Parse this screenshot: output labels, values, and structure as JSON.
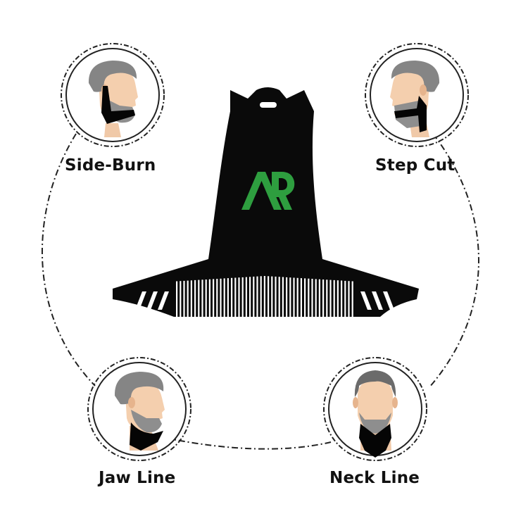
{
  "product": {
    "logo_text": "AR",
    "logo_color": "#2e9e3f",
    "body_color": "#0a0a0a"
  },
  "styles": [
    {
      "id": "side-burn",
      "label": "Side-Burn",
      "icon": "side-burn-beard-icon"
    },
    {
      "id": "step-cut",
      "label": "Step Cut",
      "icon": "step-cut-beard-icon"
    },
    {
      "id": "jaw-line",
      "label": "Jaw Line",
      "icon": "jaw-line-beard-icon"
    },
    {
      "id": "neck-line",
      "label": "Neck Line",
      "icon": "neck-line-beard-icon"
    }
  ]
}
